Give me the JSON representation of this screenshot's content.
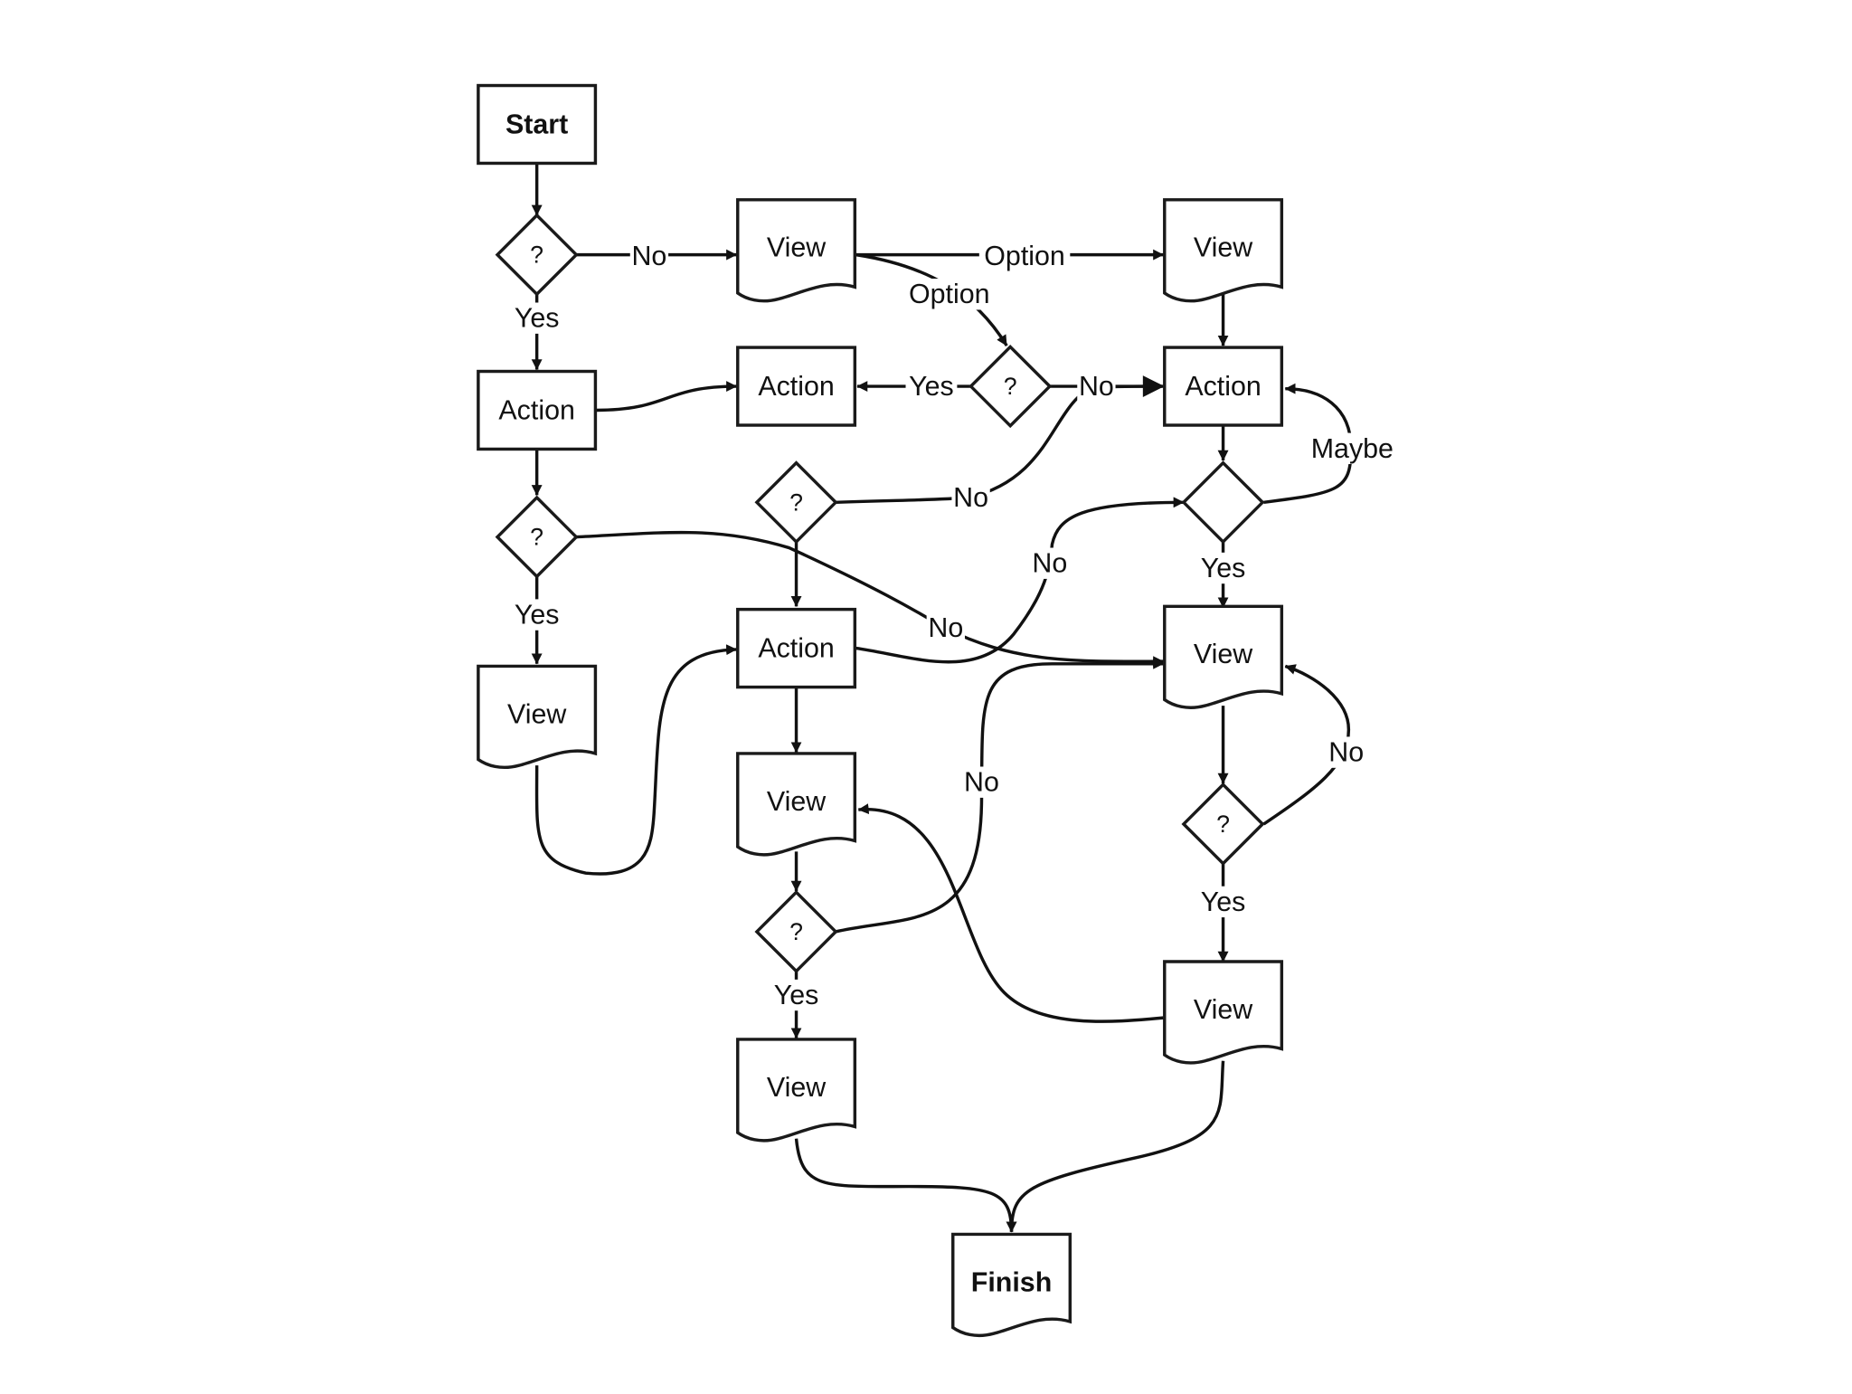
{
  "diagram": {
    "nodes": [
      {
        "id": "start",
        "shape": "rect",
        "label": "Start",
        "bold": true
      },
      {
        "id": "d1",
        "shape": "diamond",
        "label": "?"
      },
      {
        "id": "view1",
        "shape": "doc",
        "label": "View"
      },
      {
        "id": "view2",
        "shape": "doc",
        "label": "View"
      },
      {
        "id": "action1",
        "shape": "rect",
        "label": "Action"
      },
      {
        "id": "action2",
        "shape": "rect",
        "label": "Action"
      },
      {
        "id": "d2",
        "shape": "diamond",
        "label": "?"
      },
      {
        "id": "action3",
        "shape": "rect",
        "label": "Action"
      },
      {
        "id": "d3",
        "shape": "diamond",
        "label": "?"
      },
      {
        "id": "d4",
        "shape": "diamond",
        "label": "?"
      },
      {
        "id": "d5",
        "shape": "diamond",
        "label": ""
      },
      {
        "id": "view3",
        "shape": "doc",
        "label": "View"
      },
      {
        "id": "action4",
        "shape": "rect",
        "label": "Action"
      },
      {
        "id": "view4",
        "shape": "doc",
        "label": "View"
      },
      {
        "id": "view5",
        "shape": "doc",
        "label": "View"
      },
      {
        "id": "d6",
        "shape": "diamond",
        "label": "?"
      },
      {
        "id": "d7",
        "shape": "diamond",
        "label": "?"
      },
      {
        "id": "view6",
        "shape": "doc",
        "label": "View"
      },
      {
        "id": "view7",
        "shape": "doc",
        "label": "View"
      },
      {
        "id": "finish",
        "shape": "doc",
        "label": "Finish",
        "bold": true
      }
    ],
    "edges": [
      {
        "id": "e1",
        "from": "start",
        "to": "d1",
        "label": ""
      },
      {
        "id": "e2",
        "from": "d1",
        "to": "view1",
        "label": "No"
      },
      {
        "id": "e3",
        "from": "d1",
        "to": "action1",
        "label": "Yes"
      },
      {
        "id": "e4",
        "from": "view1",
        "to": "view2",
        "label": "Option"
      },
      {
        "id": "e5",
        "from": "view1",
        "to": "d2",
        "label": "Option"
      },
      {
        "id": "e6",
        "from": "view2",
        "to": "action3",
        "label": ""
      },
      {
        "id": "e7",
        "from": "action1",
        "to": "action2",
        "label": ""
      },
      {
        "id": "e8",
        "from": "d2",
        "to": "action2",
        "label": "Yes"
      },
      {
        "id": "e9",
        "from": "d2",
        "to": "action3",
        "label": "No"
      },
      {
        "id": "e10",
        "from": "action1",
        "to": "d3",
        "label": ""
      },
      {
        "id": "e11",
        "from": "d4",
        "to": "action3",
        "label": "No"
      },
      {
        "id": "e12",
        "from": "action3",
        "to": "d5",
        "label": ""
      },
      {
        "id": "e13",
        "from": "d5",
        "to": "action3",
        "label": "Maybe"
      },
      {
        "id": "e14",
        "from": "d4",
        "to": "action4",
        "label": ""
      },
      {
        "id": "e15",
        "from": "d3",
        "to": "view5",
        "label": "No"
      },
      {
        "id": "e16",
        "from": "d5",
        "to": "action4",
        "label": "No"
      },
      {
        "id": "e17",
        "from": "d5",
        "to": "view5",
        "label": "Yes"
      },
      {
        "id": "e18",
        "from": "d3",
        "to": "view3",
        "label": "Yes"
      },
      {
        "id": "e19",
        "from": "view3",
        "to": "action4",
        "label": ""
      },
      {
        "id": "e20",
        "from": "action4",
        "to": "view4",
        "label": ""
      },
      {
        "id": "e21",
        "from": "view4",
        "to": "d6",
        "label": ""
      },
      {
        "id": "e22",
        "from": "d6",
        "to": "view5",
        "label": "No"
      },
      {
        "id": "e23",
        "from": "view5",
        "to": "d7",
        "label": ""
      },
      {
        "id": "e24",
        "from": "d7",
        "to": "view5",
        "label": "No"
      },
      {
        "id": "e25",
        "from": "d7",
        "to": "view7",
        "label": "Yes"
      },
      {
        "id": "e26",
        "from": "d6",
        "to": "view6",
        "label": "Yes"
      },
      {
        "id": "e27",
        "from": "view7",
        "to": "view4",
        "label": ""
      },
      {
        "id": "e28",
        "from": "view6",
        "to": "finish",
        "label": ""
      },
      {
        "id": "e29",
        "from": "view7",
        "to": "finish",
        "label": ""
      }
    ]
  },
  "colors": {
    "stroke": "#111111",
    "fill": "#ffffff",
    "background": "#ffffff"
  }
}
